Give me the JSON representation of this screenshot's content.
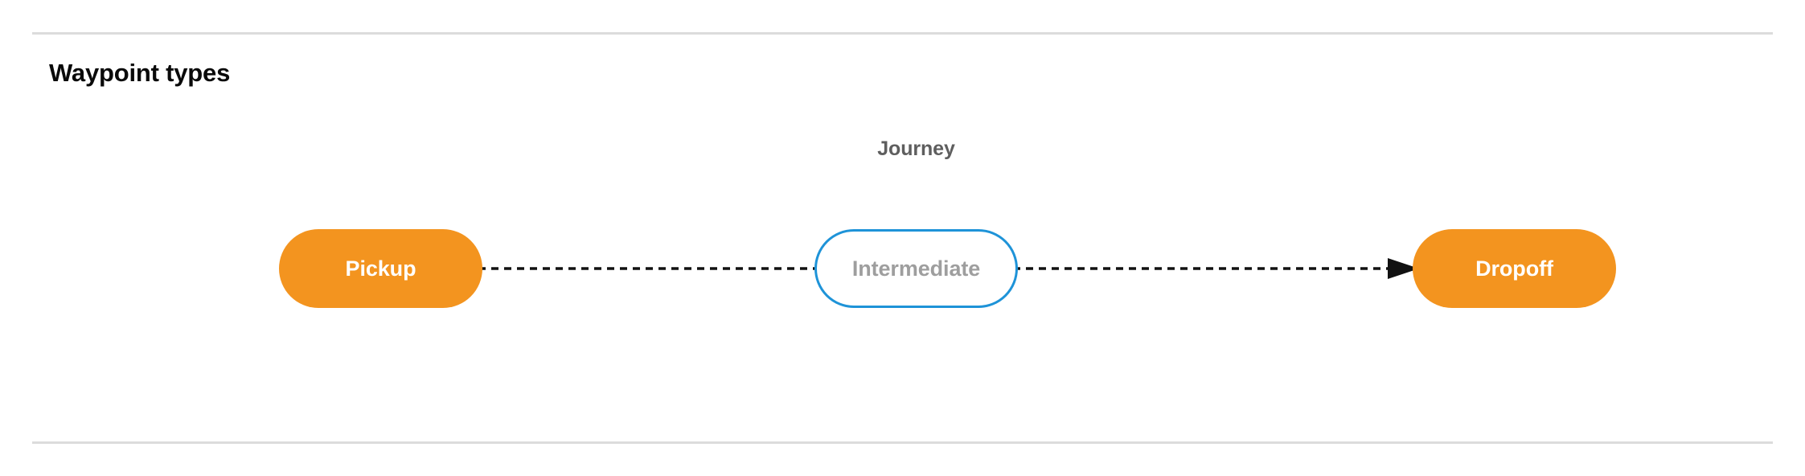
{
  "section": {
    "title": "Waypoint types"
  },
  "diagram": {
    "group_label": "Journey",
    "nodes": [
      {
        "id": "pickup",
        "label": "Pickup",
        "style": "filled",
        "fill": "#f3941f",
        "text_color": "#ffffff"
      },
      {
        "id": "intermediate",
        "label": "Intermediate",
        "style": "outlined",
        "fill": "#ffffff",
        "border_color": "#1e93d8",
        "text_color": "#9e9e9e"
      },
      {
        "id": "dropoff",
        "label": "Dropoff",
        "style": "filled",
        "fill": "#f3941f",
        "text_color": "#ffffff"
      }
    ],
    "connectors": [
      {
        "id": "pickup-to-intermediate",
        "from": "pickup",
        "to": "intermediate",
        "line": "dashed",
        "color": "#111111",
        "arrowhead": false
      },
      {
        "id": "intermediate-to-dropoff",
        "from": "intermediate",
        "to": "dropoff",
        "line": "dashed",
        "color": "#111111",
        "arrowhead": true
      }
    ]
  },
  "colors": {
    "accent_orange": "#f3941f",
    "accent_blue": "#1e93d8",
    "divider": "#dcdcdc",
    "muted_text": "#9e9e9e",
    "label_text": "#5e5e5e"
  }
}
